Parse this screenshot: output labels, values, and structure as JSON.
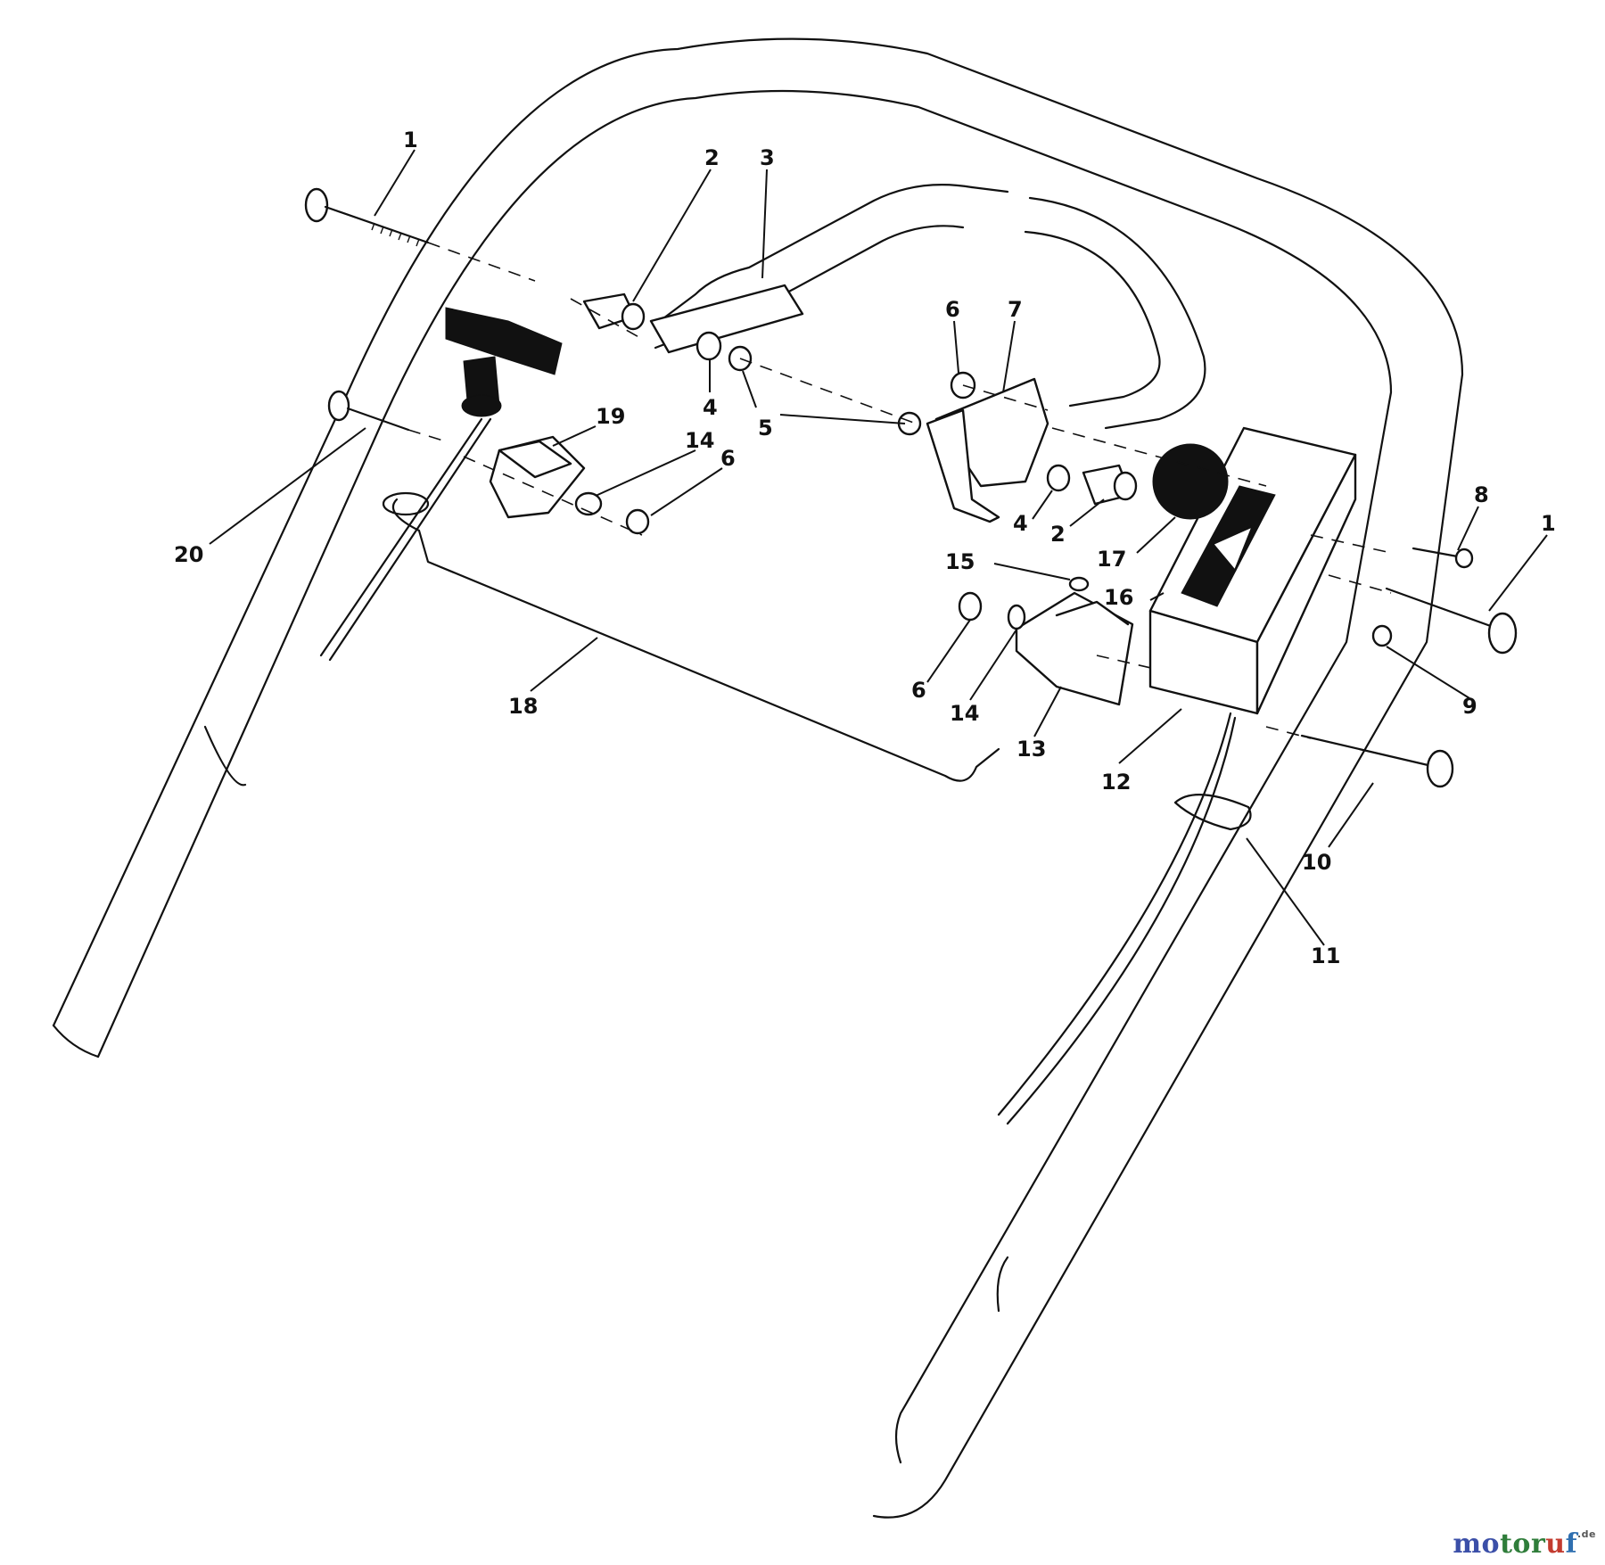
{
  "diagram": {
    "callouts": [
      {
        "id": "c1a",
        "label": "1"
      },
      {
        "id": "c2a",
        "label": "2"
      },
      {
        "id": "c3",
        "label": "3"
      },
      {
        "id": "c6a",
        "label": "6"
      },
      {
        "id": "c7",
        "label": "7"
      },
      {
        "id": "c19",
        "label": "19"
      },
      {
        "id": "c14a",
        "label": "14"
      },
      {
        "id": "c6b",
        "label": "6"
      },
      {
        "id": "c4a",
        "label": "4"
      },
      {
        "id": "c5",
        "label": "5"
      },
      {
        "id": "c4b",
        "label": "4"
      },
      {
        "id": "c2b",
        "label": "2"
      },
      {
        "id": "c17",
        "label": "17"
      },
      {
        "id": "c20",
        "label": "20"
      },
      {
        "id": "c8",
        "label": "8"
      },
      {
        "id": "c1b",
        "label": "1"
      },
      {
        "id": "c15",
        "label": "15"
      },
      {
        "id": "c16",
        "label": "16"
      },
      {
        "id": "c9",
        "label": "9"
      },
      {
        "id": "c18",
        "label": "18"
      },
      {
        "id": "c6c",
        "label": "6"
      },
      {
        "id": "c14b",
        "label": "14"
      },
      {
        "id": "c13",
        "label": "13"
      },
      {
        "id": "c12",
        "label": "12"
      },
      {
        "id": "c10",
        "label": "10"
      },
      {
        "id": "c11",
        "label": "11"
      }
    ]
  },
  "watermark": {
    "part1": "mo",
    "part2": "tor",
    "part3": "u",
    "part4": "f",
    "suffix": ".de"
  }
}
